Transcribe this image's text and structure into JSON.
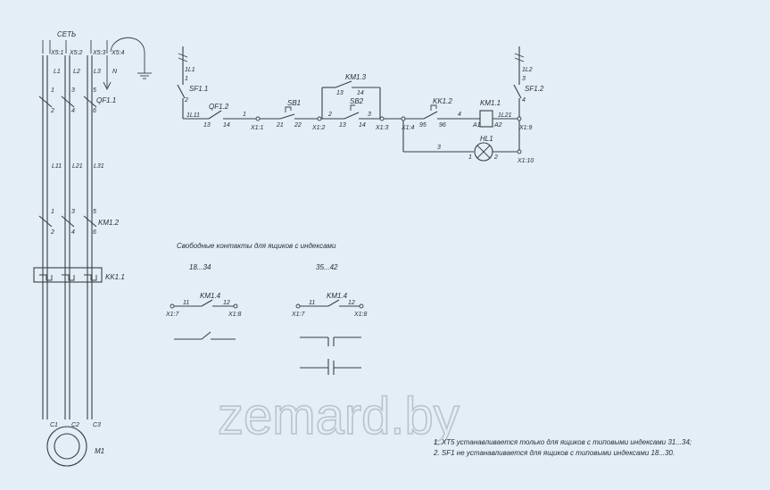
{
  "power": {
    "net_label": "СЕТЬ",
    "terminals": [
      "X5:1",
      "X5:2",
      "X5:3",
      "X5:4"
    ],
    "phases": [
      "L1",
      "L2",
      "L3",
      "N"
    ],
    "qf_pins_top": [
      "1",
      "3",
      "5"
    ],
    "qf_pins_bottom": [
      "2",
      "4",
      "6"
    ],
    "qf_label": "QF1.1",
    "mid_lines": [
      "L11",
      "L21",
      "L31"
    ],
    "km_pins_top": [
      "1",
      "3",
      "5"
    ],
    "km_pins_bottom": [
      "2",
      "4",
      "6"
    ],
    "km_label": "KM1.2",
    "kk_label": "KK1.1",
    "motor_pins": [
      "C1",
      "C2",
      "C3"
    ],
    "motor_label": "M1"
  },
  "control": {
    "left_line": "1L1",
    "right_line": "1L2",
    "sf_left": "SF1.1",
    "sf_right": "SF1.2",
    "sf_left_pins": [
      "1",
      "2"
    ],
    "sf_right_pins": [
      "3",
      "4"
    ],
    "qf2": "QF1.2",
    "qf2_pins": [
      "13",
      "14"
    ],
    "node_1l11": "1L11",
    "wire1": "1",
    "wire2": "2",
    "wire3_top": "3",
    "wire4": "4",
    "wire3_lamp": "3",
    "sb1": "SB1",
    "sb1_pins": [
      "21",
      "22"
    ],
    "sb2": "SB2",
    "sb2_pins": [
      "13",
      "14"
    ],
    "km13": "KM1.3",
    "km13_pins": [
      "13",
      "14"
    ],
    "kk12": "KK1.2",
    "kk12_pins": [
      "95",
      "96"
    ],
    "km11": "KM1.1",
    "km11_pins": [
      "A1",
      "A2"
    ],
    "hl1": "HL1",
    "hl1_pins": [
      "1",
      "2"
    ],
    "node_1l21": "1L21",
    "terminals": [
      "X1:1",
      "X1:2",
      "X1:3",
      "X1:4",
      "X1:9",
      "X1:10"
    ]
  },
  "free_contacts": {
    "title": "Свободные контакты для ящиков с индексами",
    "groups": [
      {
        "range": "18...34",
        "contact": "KM1.4",
        "pins": [
          "11",
          "12"
        ],
        "terminals": [
          "X1:7",
          "X1:8"
        ]
      },
      {
        "range": "35...42",
        "contact": "KM1.4",
        "pins": [
          "11",
          "12"
        ],
        "terminals": [
          "X1:7",
          "X1:8"
        ]
      }
    ]
  },
  "notes": [
    "1. ХТ5 устанавливается только для ящиков с типовыми индексами 31...34;",
    "2. SF1 не устанавливается для ящиков с типовыми индексами 18...30."
  ],
  "watermark": "zemard.by"
}
